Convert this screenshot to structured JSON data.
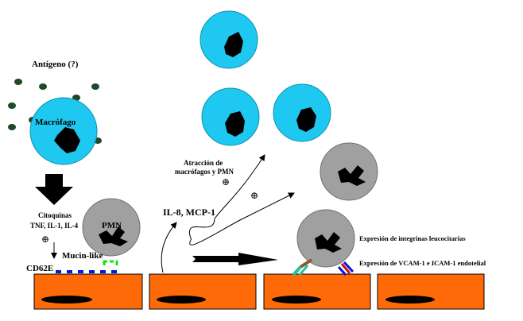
{
  "labels": {
    "antigen": "Antígeno (?)",
    "macrophage": "Macrófago",
    "cytokines_title": "Citoquinas",
    "cytokines_list": "TNF, IL-1, IL-4",
    "plus": "⊕",
    "mucin": "Mucin-like",
    "cd62e": "CD62E",
    "pmn": "PMN",
    "il8": "IL-8, MCP-1",
    "attraction_line1": "Atracción de",
    "attraction_line2": "macrófagos y PMN",
    "integrins": "Expresión de integrinas leucocitarias",
    "vcam": "Expresión de VCAM-1 e ICAM-1 endotelial"
  },
  "colors": {
    "macrophage": "#1ec8f0",
    "pmn": "#a0a0a0",
    "endothelium": "#ff6a08",
    "antigen": "#1f4a2a",
    "nucleus": "#000000"
  }
}
